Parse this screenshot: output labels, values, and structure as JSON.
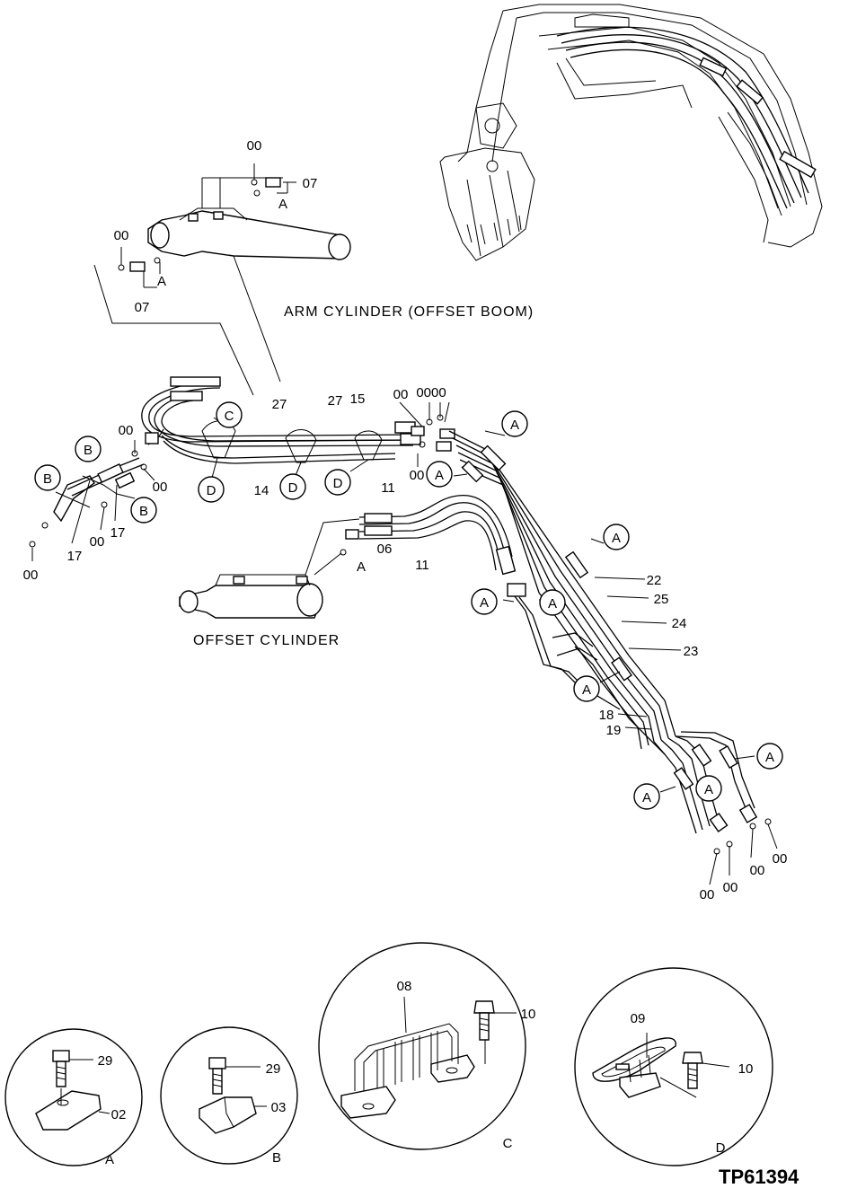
{
  "captions": {
    "arm_cylinder": "ARM CYLINDER (OFFSET BOOM)",
    "offset_cylinder": "OFFSET CYLINDER",
    "drawing_code": "TP61394"
  },
  "part_numbers": {
    "p00": "00",
    "p02": "02",
    "p03": "03",
    "p06": "06",
    "p07": "07",
    "p08": "08",
    "p09": "09",
    "p10": "10",
    "p11": "11",
    "p14": "14",
    "p15": "15",
    "p17": "17",
    "p18": "18",
    "p19": "19",
    "p22": "22",
    "p23": "23",
    "p24": "24",
    "p25": "25",
    "p27": "27",
    "p29": "29",
    "p0000": "0000"
  },
  "callouts": {
    "a": "A",
    "b": "B",
    "c": "C",
    "d": "D"
  },
  "detail_views": {
    "a": "A",
    "b": "B",
    "c": "C",
    "d": "D"
  }
}
